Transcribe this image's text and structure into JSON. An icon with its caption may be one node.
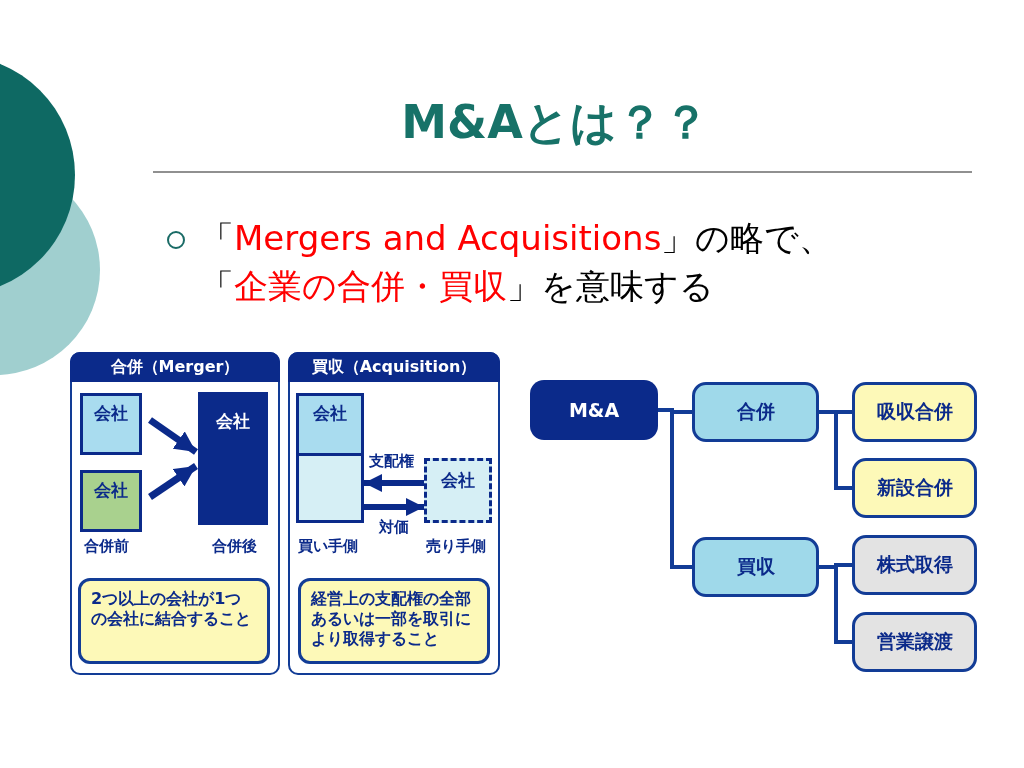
{
  "diagram": {
    "title": "M&Aとは？？",
    "nodes": [
      {
        "text": [
          "合併（Merger）"
        ]
      },
      {
        "text": [
          "会社"
        ],
        "in": 0
      },
      {
        "text": [
          "会社"
        ],
        "in": 0
      },
      {
        "text": [
          "会社"
        ],
        "in": 0
      },
      {
        "text": [
          "2つ以上の会社が1つの会社に結合すること"
        ],
        "in": 0
      },
      {
        "text": [
          "買収（Acquisition）"
        ]
      },
      {
        "text": [
          "会社"
        ],
        "in": 5
      },
      {
        "text": [
          "会社"
        ],
        "in": 5
      },
      {
        "text": [
          "経営上の支配権の全部あるいは一部を取引により取得すること"
        ],
        "in": 5
      },
      {
        "text": [
          "M&A"
        ]
      },
      {
        "text": [
          "合併"
        ]
      },
      {
        "text": [
          "買収"
        ]
      },
      {
        "text": [
          "吸収合併"
        ]
      },
      {
        "text": [
          "新設合併"
        ]
      },
      {
        "text": [
          "株式取得"
        ]
      },
      {
        "text": [
          "営業譲渡"
        ]
      }
    ],
    "edges": [
      {
        "from": 1,
        "to": 3,
        "arrow": "to"
      },
      {
        "from": 2,
        "to": 3,
        "arrow": "to"
      },
      {
        "from": 7,
        "to": 6,
        "arrow": "to",
        "label": "支配権"
      },
      {
        "from": 6,
        "to": 7,
        "arrow": "to",
        "label": "対価"
      },
      {
        "from": 9,
        "to": 10,
        "arrow": "none"
      },
      {
        "from": 9,
        "to": 11,
        "arrow": "none"
      },
      {
        "from": 10,
        "to": 12,
        "arrow": "none"
      },
      {
        "from": 10,
        "to": 13,
        "arrow": "none"
      },
      {
        "from": 11,
        "to": 14,
        "arrow": "none"
      },
      {
        "from": 11,
        "to": 15,
        "arrow": "none"
      }
    ],
    "labels": [
      "「",
      "Mergers and Acquisitions",
      "」の略で、",
      "「",
      "企業の合併・買収",
      "」を意味する",
      "合併前",
      "合併後",
      "買い手側",
      "売り手側"
    ]
  }
}
